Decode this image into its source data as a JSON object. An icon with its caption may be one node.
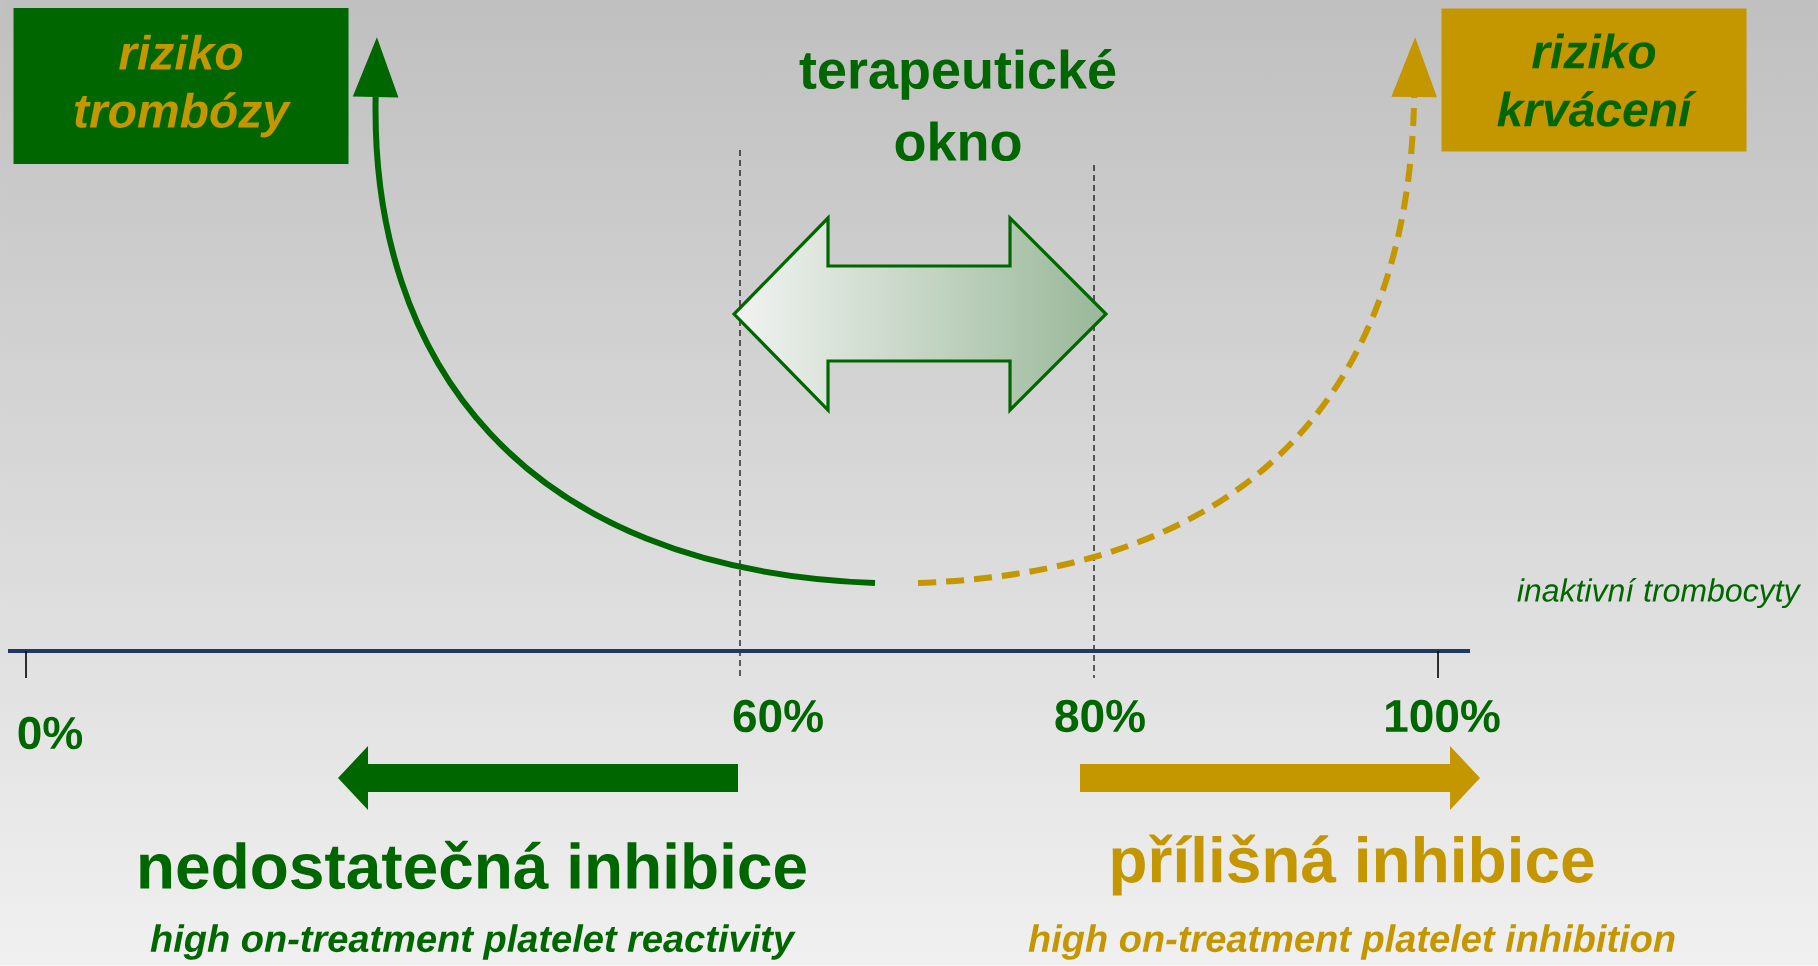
{
  "diagram": {
    "nodes": [
      {
        "text": [
          "riziko trombózy"
        ]
      },
      {
        "text": [
          "riziko krvácení"
        ]
      },
      {
        "text": [
          "terapeutické okno"
        ]
      }
    ],
    "edges": [
      {
        "from": null,
        "to": 0,
        "arrow": "to",
        "color": "#006600"
      },
      {
        "from": null,
        "to": 1,
        "arrow": "to",
        "style": "dashed",
        "color": "#c49600"
      }
    ],
    "labels": [
      "inaktivní trombocyty",
      "0%",
      "60%",
      "80%",
      "100%",
      "nedostatečná inhibice",
      "high on-treatment platelet reactivity",
      "přílišná inhibice",
      "high on-treatment platelet inhibition"
    ]
  }
}
